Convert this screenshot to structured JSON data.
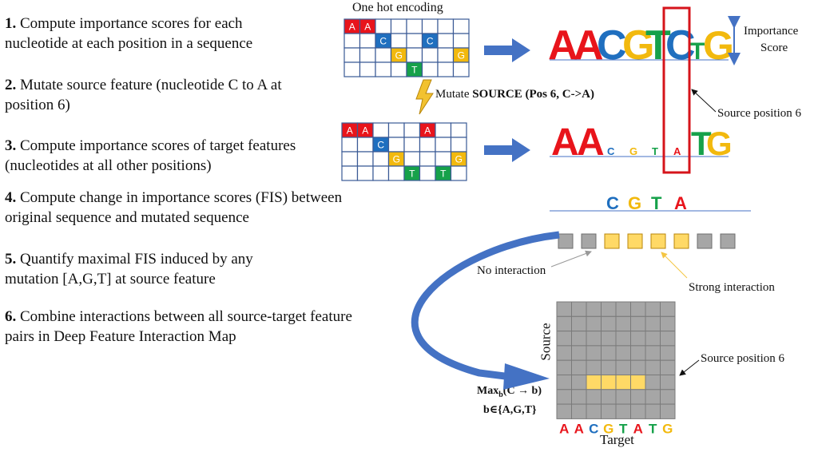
{
  "steps": [
    {
      "num": "1.",
      "text": "Compute importance scores for each nucleotide at each position in a sequence"
    },
    {
      "num": "2.",
      "text": "Mutate source feature (nucleotide C to A at position 6)"
    },
    {
      "num": "3.",
      "text": "Compute importance scores of target features (nucleotides at all other positions)"
    },
    {
      "num": "4.",
      "text": "Compute change in importance scores (FIS) between original sequence and mutated sequence"
    },
    {
      "num": "5.",
      "text": "Quantify maximal FIS induced by any mutation [A,G,T] at source feature"
    },
    {
      "num": "6.",
      "text": "Combine interactions between all source-target feature pairs in Deep Feature Interaction Map"
    }
  ],
  "labels": {
    "one_hot": "One hot encoding",
    "mutate_prefix": "Mutate ",
    "mutate_bold": "SOURCE (Pos 6, C->A)",
    "importance": "Importance",
    "score": "Score",
    "source_pos_top": "Source position 6",
    "no_interaction": "No interaction",
    "strong_interaction": "Strong interaction",
    "source_axis": "Source",
    "target_axis": "Target",
    "source_pos_bottom": "Source position 6",
    "max_formula_a": "Max",
    "max_formula_sub": "b",
    "max_formula_b": "(C → b)",
    "max_formula_set": "b∈{A,G,T}"
  },
  "one_hot_original": [
    [
      "A",
      "A",
      "",
      "",
      "",
      "",
      "",
      ""
    ],
    [
      "",
      "",
      "C",
      "",
      "",
      "C",
      "",
      ""
    ],
    [
      "",
      "",
      "",
      "G",
      "",
      "",
      "",
      "G"
    ],
    [
      "",
      "",
      "",
      "",
      "T",
      "",
      "",
      ""
    ]
  ],
  "one_hot_mutated": [
    [
      "A",
      "A",
      "",
      "",
      "",
      "A",
      "",
      ""
    ],
    [
      "",
      "",
      "C",
      "",
      "",
      "",
      "",
      ""
    ],
    [
      "",
      "",
      "",
      "G",
      "",
      "",
      "",
      "G"
    ],
    [
      "",
      "",
      "",
      "",
      "T",
      "",
      "T",
      ""
    ]
  ],
  "logo_original": [
    "A",
    "A",
    "C",
    "G",
    "T",
    "C",
    "T",
    "G"
  ],
  "logo_mutated": [
    "A",
    "A",
    "C",
    "G",
    "T",
    "A",
    "T",
    "G"
  ],
  "fis_letters": [
    "C",
    "G",
    "T",
    "A"
  ],
  "fis_boxes": [
    "gray",
    "gray",
    "yellow",
    "yellow",
    "yellow",
    "yellow",
    "gray",
    "gray"
  ],
  "dfim_target_letters": [
    "A",
    "A",
    "C",
    "G",
    "T",
    "A",
    "T",
    "G"
  ],
  "dfim_highlight_row": 5,
  "dfim_highlight_cols": [
    2,
    3,
    4,
    5
  ],
  "colors": {
    "A": "#e8141b",
    "C": "#1f6fbf",
    "G": "#f2b90e",
    "T": "#16a14a",
    "cell_border": "#3a5a95",
    "arrow_blue": "#4472c4",
    "source_box": "#d6141b",
    "grid_gray": "#a6a6a6",
    "grid_yellow": "#ffd966"
  }
}
